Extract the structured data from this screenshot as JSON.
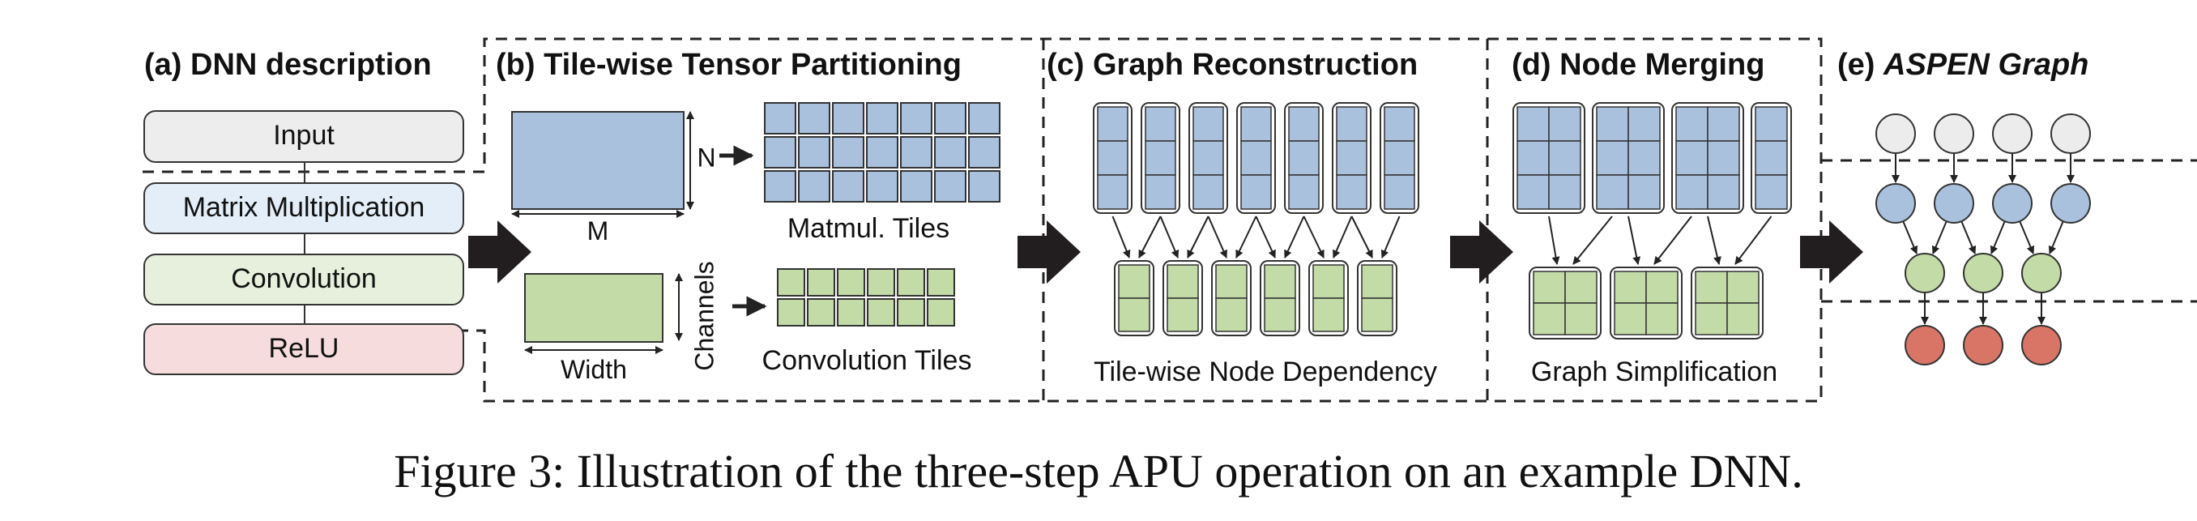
{
  "sections": {
    "a": "(a) DNN description",
    "b": "(b) Tile-wise Tensor Partitioning",
    "c": "(c) Graph Reconstruction",
    "d": "(d) Node Merging",
    "e_prefix": "(e) ",
    "e_name": "ASPEN Graph"
  },
  "layers": {
    "input": "Input",
    "matmul": "Matrix Multiplication",
    "conv": "Convolution",
    "relu": "ReLU"
  },
  "partition": {
    "dim_n": "N",
    "dim_m": "M",
    "matmul_tiles": "Matmul. Tiles",
    "dim_width": "Width",
    "dim_channels": "Channels",
    "conv_tiles": "Convolution Tiles"
  },
  "reconstruction": {
    "caption": "Tile-wise Node Dependency"
  },
  "merging": {
    "caption": "Graph Simplification"
  },
  "figure_caption": "Figure 3: Illustration of the three-step APU operation on an example DNN.",
  "colors": {
    "blue_tile": "#a9c1dd",
    "green_tile": "#c3dba7",
    "input_fill": "#ededed",
    "matmul_fill": "#e3eef8",
    "conv_fill": "#e6f0dc",
    "relu_fill": "#f6dcdc",
    "node_input": "#ececec",
    "node_relu": "#d97566",
    "arrow": "#221e1f"
  }
}
